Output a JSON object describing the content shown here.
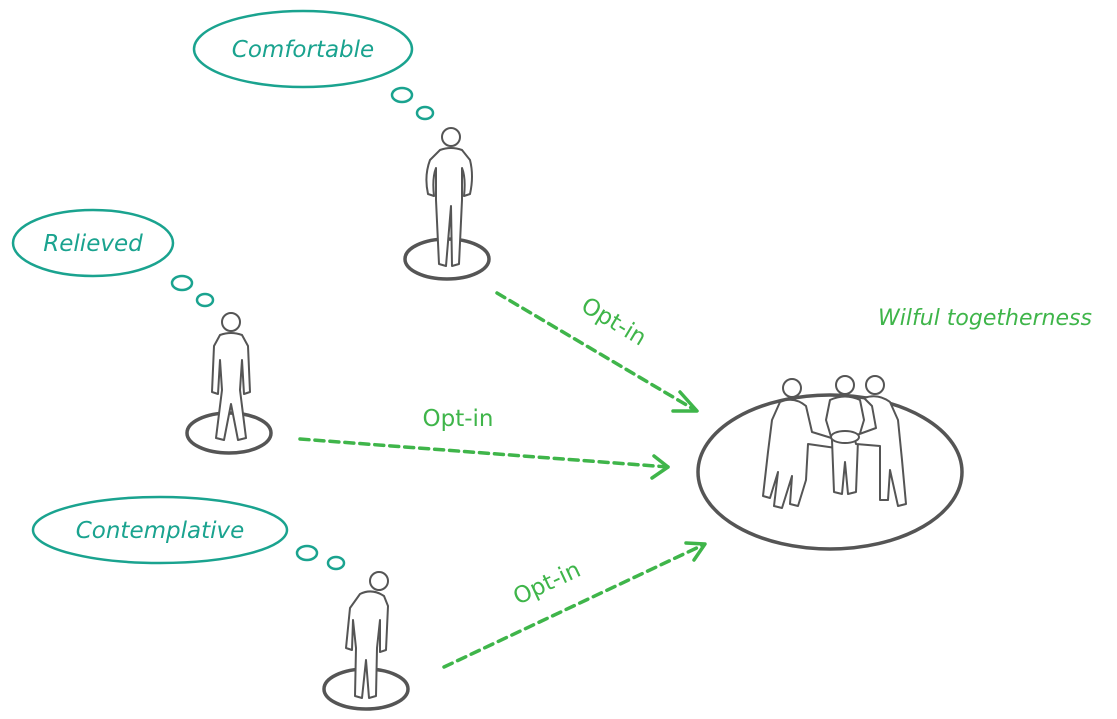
{
  "colors": {
    "thought": "#1aa38f",
    "optin": "#3fb54a",
    "figure_stroke": "#555555",
    "background": "#ffffff"
  },
  "thoughts": {
    "comfortable": "Comfortable",
    "relieved": "Relieved",
    "contemplative": "Contemplative"
  },
  "arrows": {
    "top": "Opt-in",
    "middle": "Opt-in",
    "bottom": "Opt-in"
  },
  "group": {
    "label": "Wilful togetherness"
  }
}
